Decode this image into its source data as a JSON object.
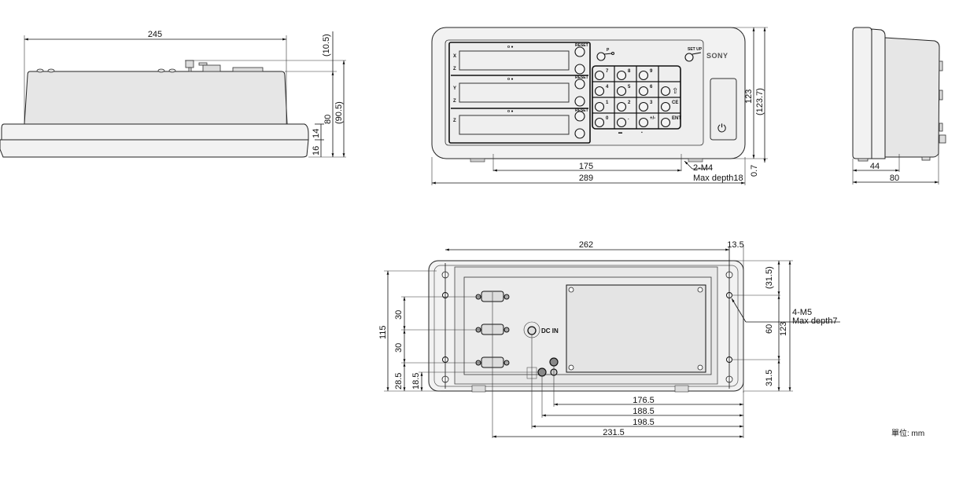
{
  "top_view": {
    "width": "245",
    "connector_height": "(10.5)",
    "overall_height": "(90.5)",
    "body_height": "80",
    "upper_base": "14",
    "lower_base": "16"
  },
  "front_view": {
    "axes": [
      "X",
      "Z",
      "Y",
      "Z",
      "Z"
    ],
    "reset_label": "RESET",
    "keys": [
      "7",
      "8",
      "9",
      "",
      "4",
      "5",
      "6",
      "⇧",
      "1",
      "2",
      "3",
      "CE",
      "0",
      ".",
      "+/-",
      "ENT"
    ],
    "p_label": "P",
    "setup_label": "SET UP",
    "brand": "SONY",
    "power_symbol": "⏻",
    "dim_mount": "175",
    "dim_width": "289",
    "thread_note": "2-M4",
    "thread_depth": "Max depth18",
    "dim_height": "123",
    "dim_height_total": "(123.7)",
    "dim_feet": "0.7"
  },
  "side_view": {
    "dim_front": "44",
    "dim_depth": "80"
  },
  "rear_view": {
    "dim_hole_span": "262",
    "dim_edge": "13.5",
    "dim_top": "(31.5)",
    "dim_mid": "60",
    "dim_total": "123",
    "dim_bottom": "31.5",
    "thread_note": "4-M5",
    "thread_depth": "Max depth7",
    "dim_conn_top": "115",
    "dim_conn_pitch1": "30",
    "dim_conn_pitch2": "30",
    "dim_conn_bottom": "28.5",
    "dim_jack": "18.5",
    "dim_176": "176.5",
    "dim_188": "188.5",
    "dim_198": "198.5",
    "dim_231": "231.5",
    "dc_in": "DC IN"
  },
  "unit_label": "單位: mm"
}
